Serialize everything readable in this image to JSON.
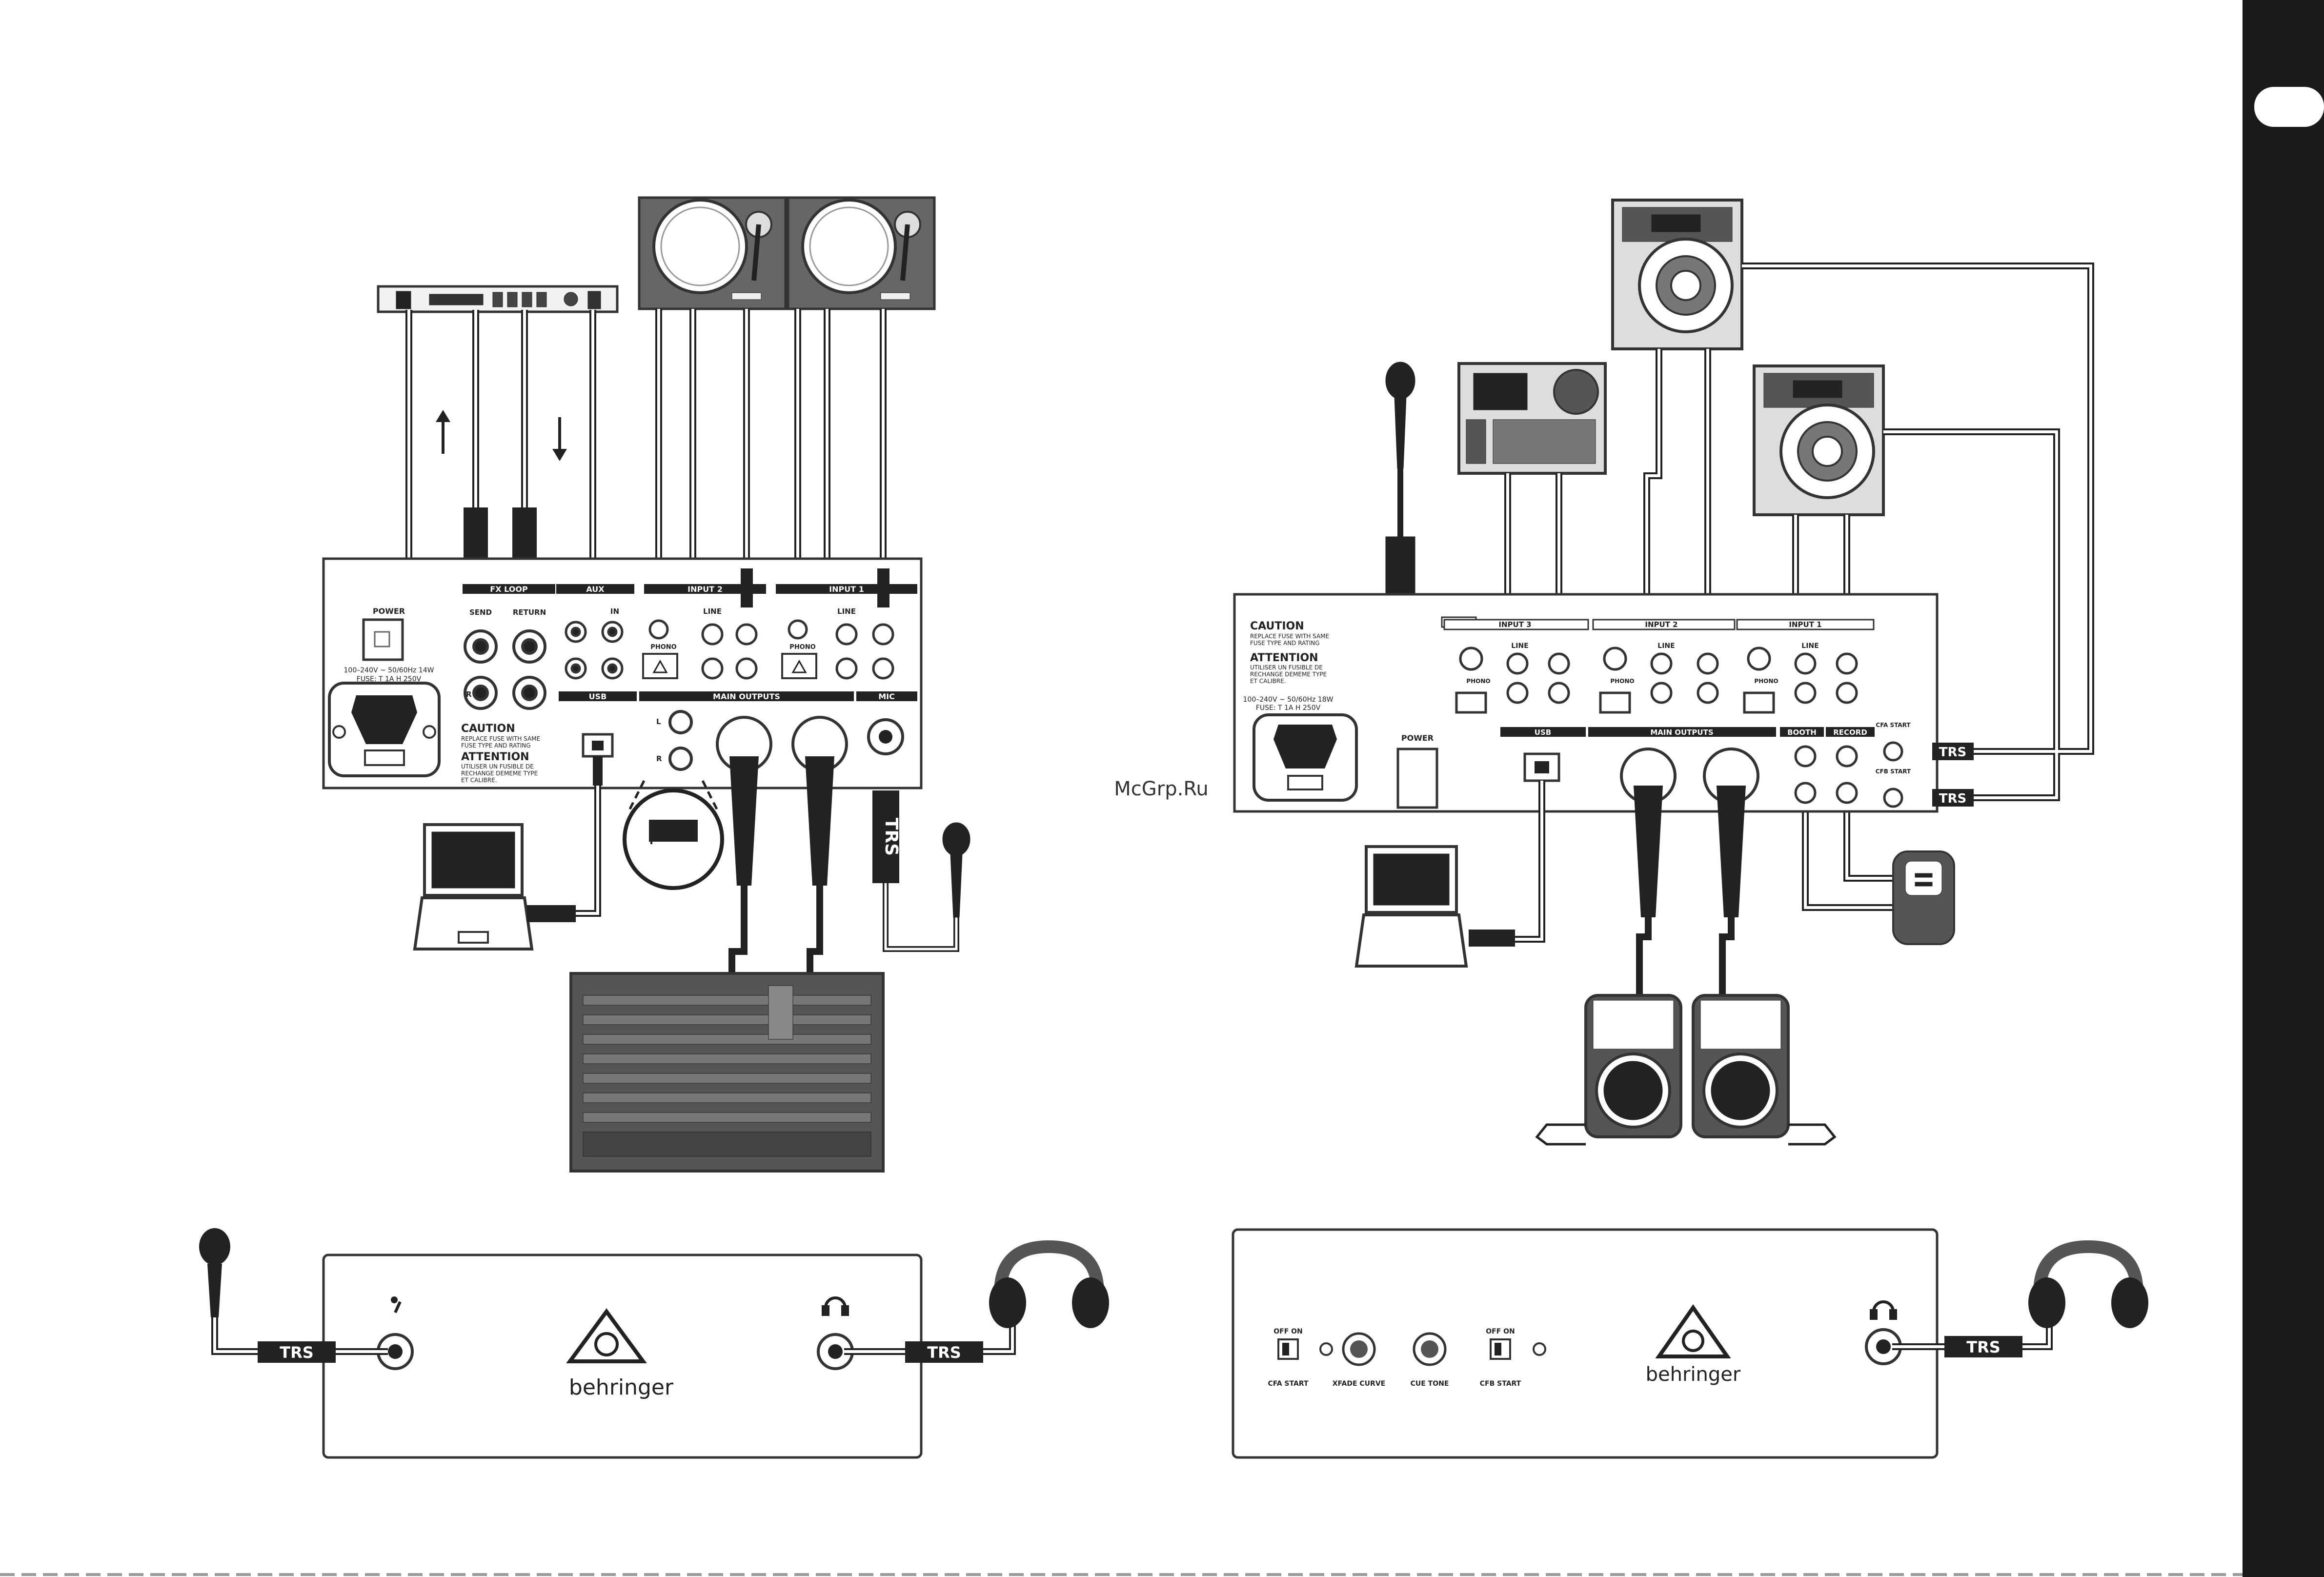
{
  "watermark": "McGrp.Ru",
  "left_panel": {
    "power": "POWER",
    "fx_loop": "FX LOOP",
    "send": "SEND",
    "return": "RETURN",
    "aux": "AUX",
    "in": "IN",
    "input2": "INPUT 2",
    "input1": "INPUT 1",
    "line": "LINE",
    "phono": "PHONO",
    "usb": "USB",
    "main_outputs": "MAIN OUTPUTS",
    "mic": "MIC",
    "r_label": "R",
    "l_label": "L",
    "voltage": "100–240V ~ 50/60Hz 14W",
    "fuse": "FUSE: T 1A H 250V",
    "caution": "CAUTION",
    "caution_text1": "REPLACE FUSE WITH SAME",
    "caution_text2": "FUSE TYPE AND RATING",
    "attention": "ATTENTION",
    "attention_text1": "UTILISER UN FUSIBLE DE",
    "attention_text2": "RECHANGE DEMEME TYPE",
    "attention_text3": "ET CALIBRE."
  },
  "right_panel": {
    "caution": "CAUTION",
    "caution_text1": "REPLACE FUSE WITH SAME",
    "caution_text2": "FUSE TYPE AND RATING",
    "attention": "ATTENTION",
    "attention_text1": "UTILISER UN FUSIBLE DE",
    "attention_text2": "RECHANGE DEMEME TYPE",
    "attention_text3": "ET CALIBRE.",
    "voltage": "100–240V ~ 50/60Hz 18W",
    "fuse": "FUSE: T 1A H 250V",
    "power": "POWER",
    "input3": "INPUT 3",
    "input2": "INPUT 2",
    "input1": "INPUT 1",
    "line": "LINE",
    "phono": "PHONO",
    "usb": "USB",
    "main_outputs": "MAIN OUTPUTS",
    "booth": "BOOTH",
    "record": "RECORD",
    "cfa_start": "CFA START",
    "cfb_start": "CFB START"
  },
  "trs": "TRS",
  "front_left": {
    "brand": "behringer"
  },
  "front_right": {
    "brand": "behringer",
    "off_on": "OFF ON",
    "cfa_start": "CFA START",
    "xfade_curve": "XFADE CURVE",
    "cue_tone": "CUE TONE",
    "cfb_start": "CFB START"
  }
}
